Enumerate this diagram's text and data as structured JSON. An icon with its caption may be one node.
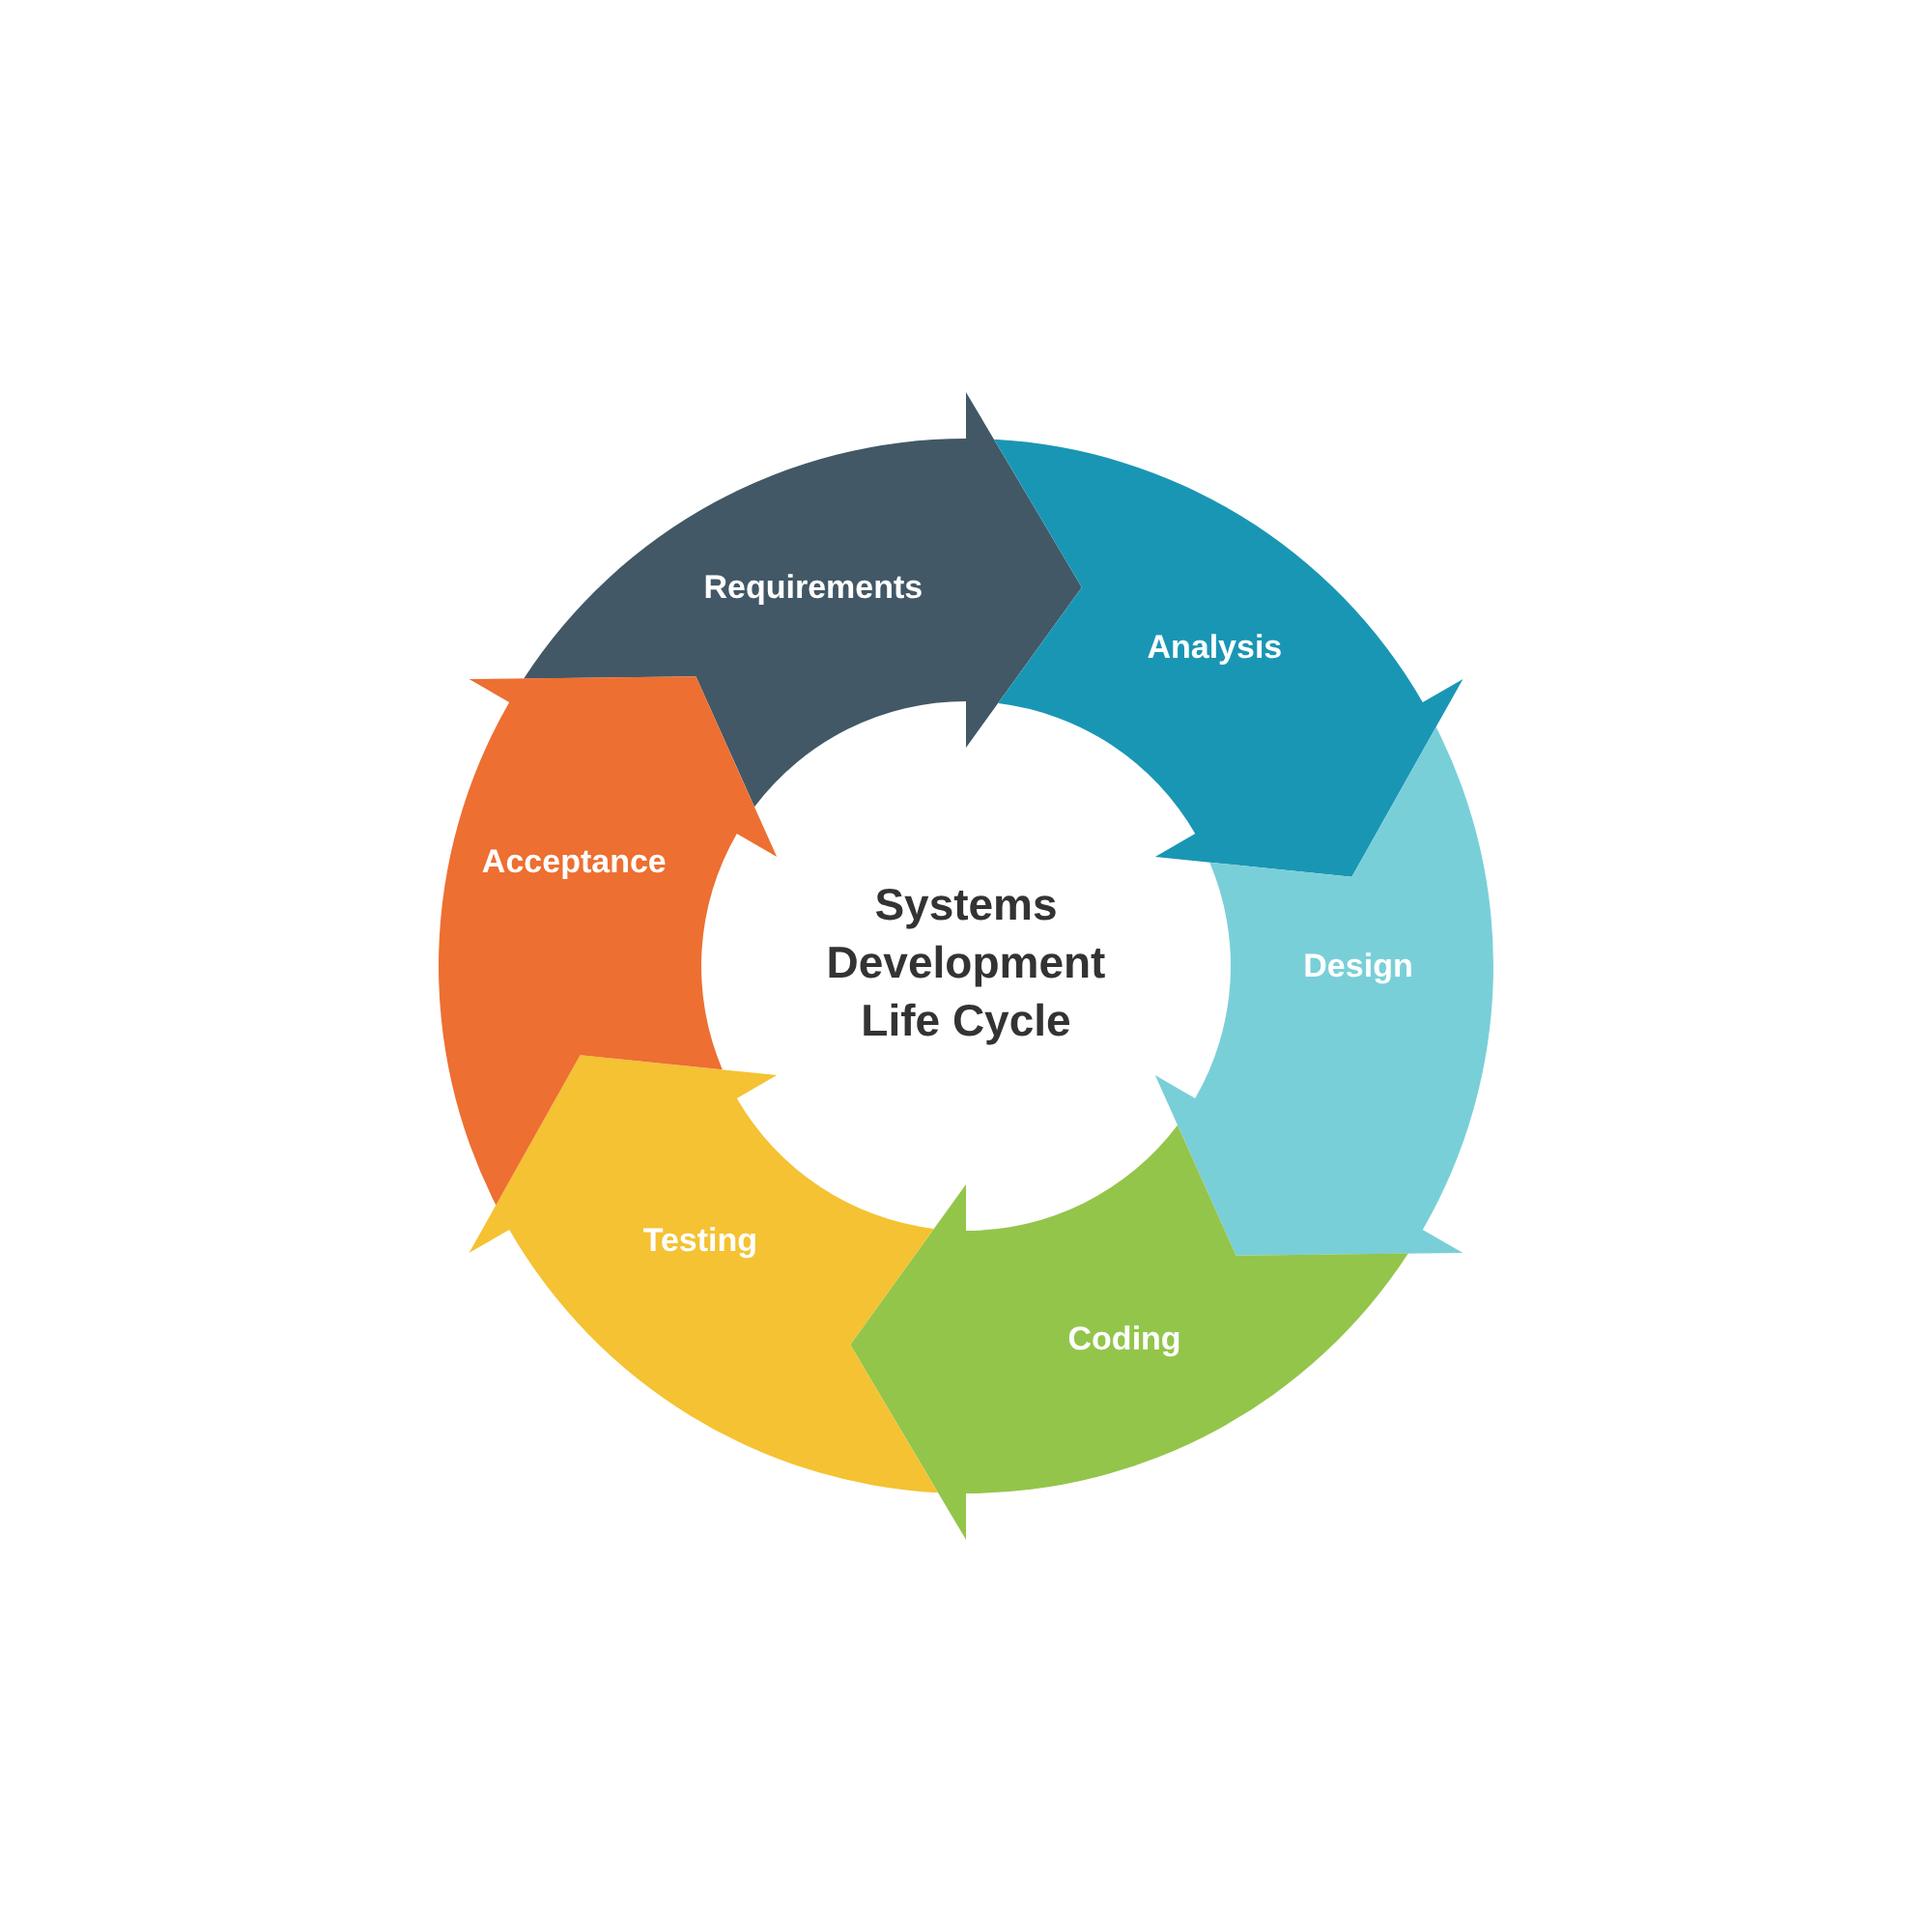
{
  "diagram": {
    "title": "Systems Development Life Cycle",
    "nodes": [
      {
        "text": [
          "Requirements"
        ]
      },
      {
        "text": [
          "Analysis"
        ]
      },
      {
        "text": [
          "Design"
        ]
      },
      {
        "text": [
          "Coding"
        ]
      },
      {
        "text": [
          "Testing"
        ]
      },
      {
        "text": [
          "Acceptance"
        ]
      }
    ]
  }
}
